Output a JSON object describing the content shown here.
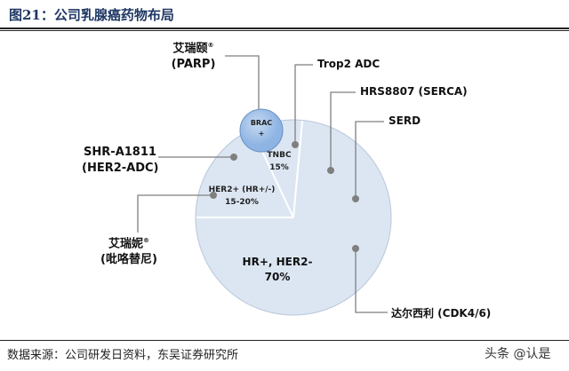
{
  "title": "图21：公司乳腺癌药物布局",
  "source": "数据来源：公司研发日资料，东吴证券研究所",
  "watermark": "头条 @认是",
  "registered": "®",
  "segments": {
    "brac": {
      "l1": "BRAC",
      "l2": "+"
    },
    "tnbc": {
      "l1": "TNBC",
      "l2": "15%"
    },
    "her2": {
      "l1": "HER2+ (HR+/-)",
      "l2": "15-20%"
    },
    "hr": {
      "l1": "HR+, HER2-",
      "l2": "70%"
    }
  },
  "drugs": {
    "airuiyi": {
      "name": "艾瑞颐",
      "target": "(PARP)"
    },
    "shr": {
      "name": "SHR-A1811",
      "target": "(HER2-ADC)"
    },
    "airuini": {
      "name": "艾瑞妮",
      "target": "(吡咯替尼)"
    },
    "trop2": "Trop2 ADC",
    "hrs": "HRS8807 (SERCA)",
    "serd": "SERD",
    "dalxl": "达尔西利 (CDK4/6)"
  },
  "colors": {
    "pie": "#dce6f2",
    "brac": "#8eb4e3",
    "line": "#7f7f7f"
  }
}
